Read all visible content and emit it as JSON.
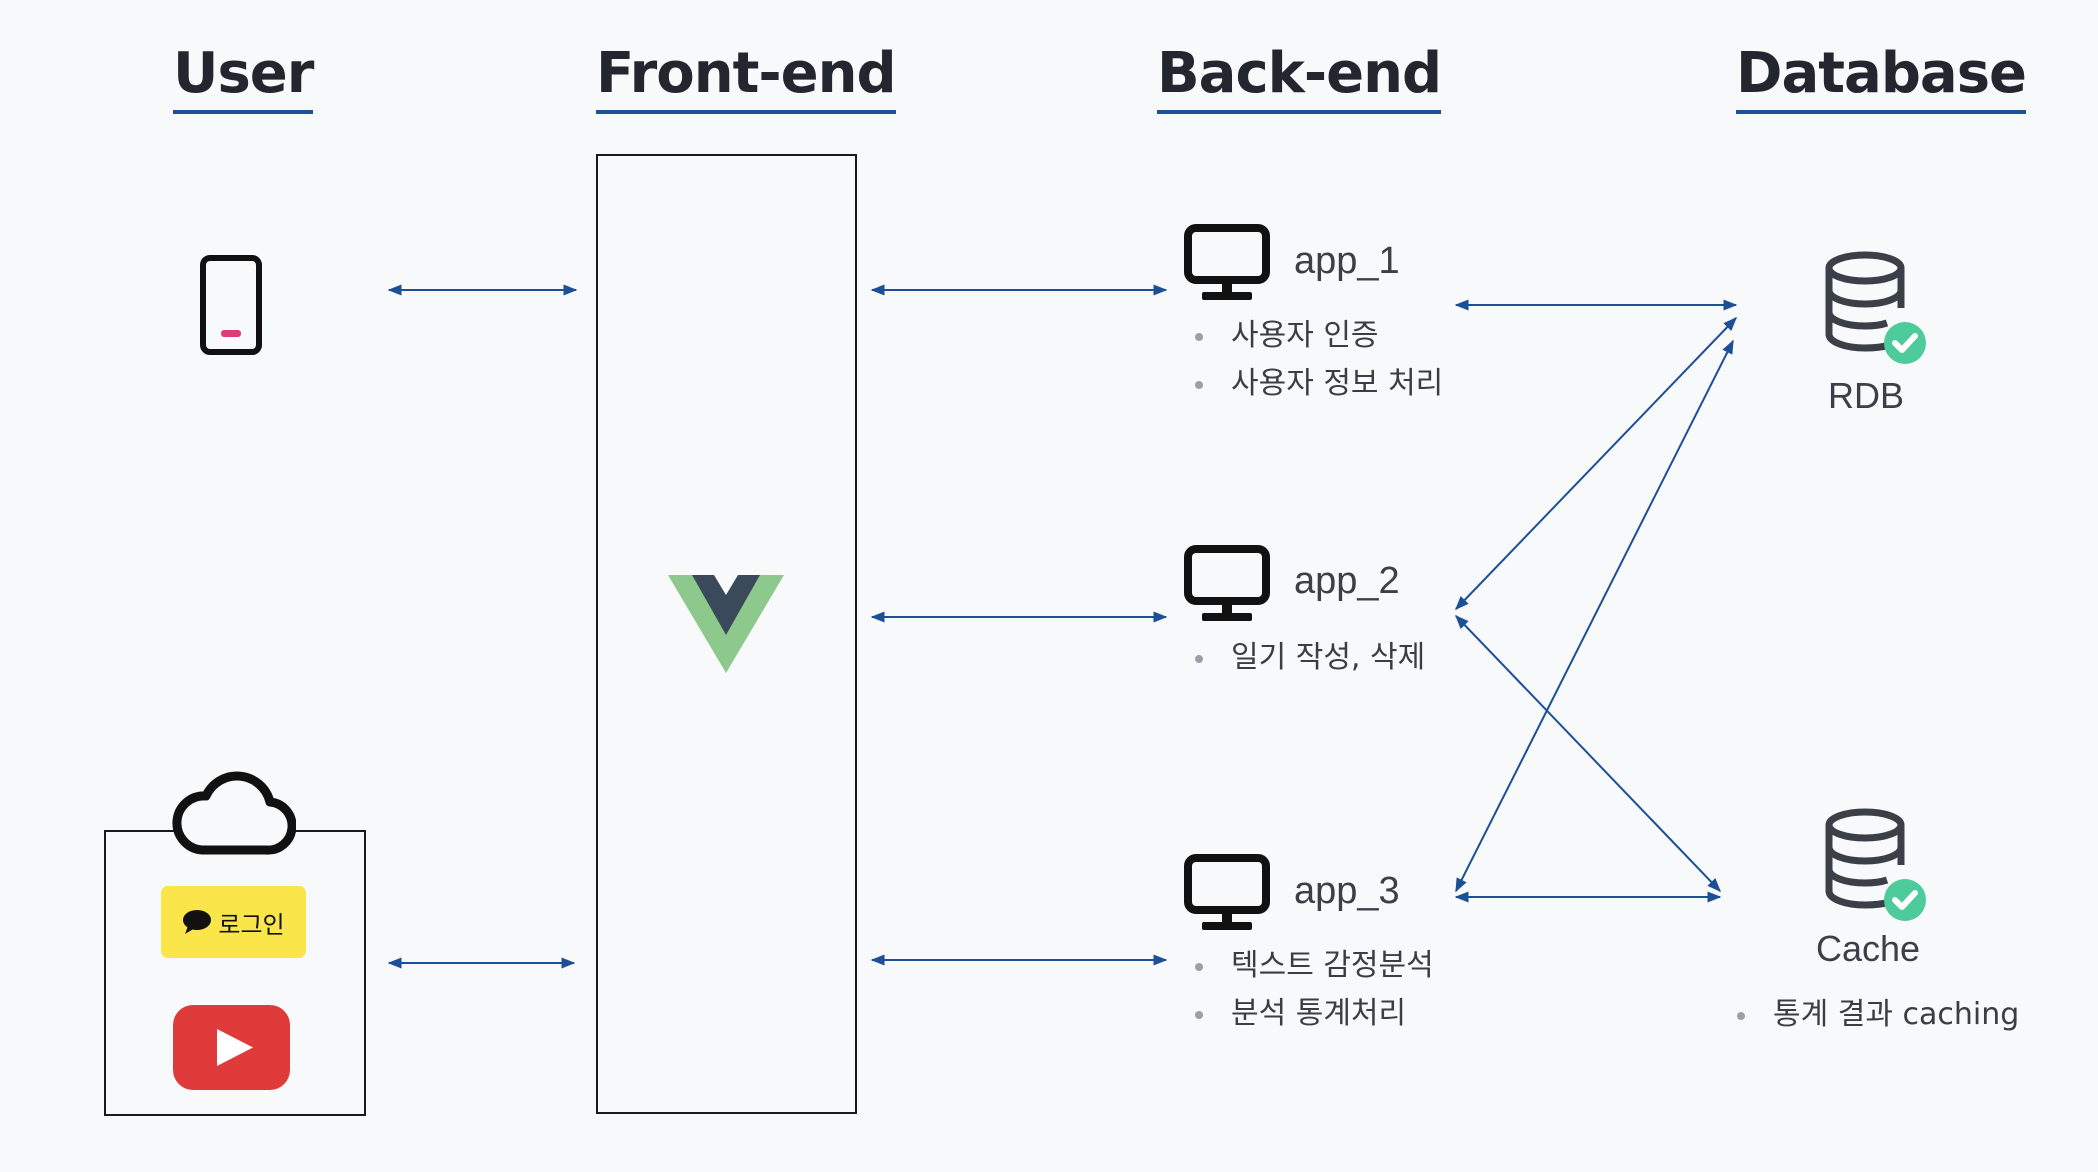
{
  "columns": {
    "user": "User",
    "frontend": "Front-end",
    "backend": "Back-end",
    "database": "Database"
  },
  "user": {
    "mobile_icon": "smartphone-icon",
    "cloud_icon": "cloud-icon",
    "kakao_login": "로그인",
    "kakao_icon": "speech-bubble-icon",
    "youtube_icon": "youtube-play-icon"
  },
  "frontend": {
    "logo_icon": "vue-logo-icon"
  },
  "backend": {
    "apps": [
      {
        "name": "app_1",
        "icon": "monitor-icon",
        "tasks": [
          "사용자 인증",
          "사용자 정보 처리"
        ]
      },
      {
        "name": "app_2",
        "icon": "monitor-icon",
        "tasks": [
          "일기 작성, 삭제"
        ]
      },
      {
        "name": "app_3",
        "icon": "monitor-icon",
        "tasks": [
          "텍스트 감정분석",
          "분석 통계처리"
        ]
      }
    ]
  },
  "database": {
    "rdb": {
      "name": "RDB",
      "icon": "database-check-icon"
    },
    "cache": {
      "name": "Cache",
      "icon": "database-check-icon",
      "tasks": [
        "통계 결과 caching"
      ]
    }
  },
  "colors": {
    "arrow": "#1c4f96",
    "title_underline": "#1c4f96",
    "check": "#4ecb9a",
    "kakao": "#fae54a",
    "youtube": "#e03b3b",
    "vue_dark": "#3b4a5a",
    "vue_green": "#8dc98c"
  }
}
